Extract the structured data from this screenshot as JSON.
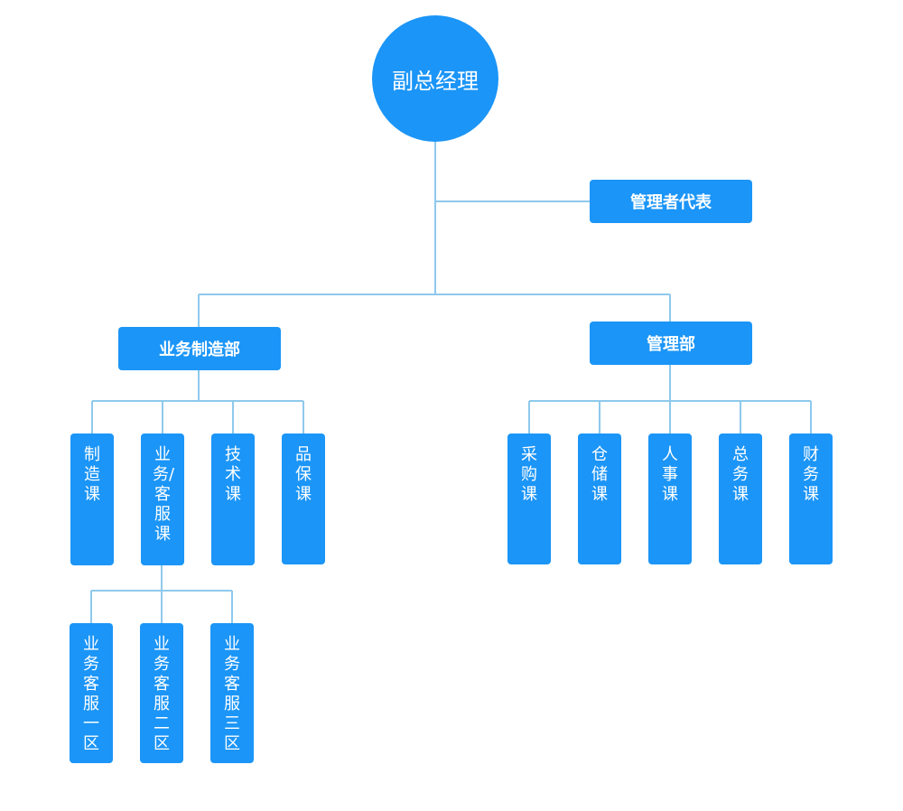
{
  "theme": {
    "node_color": "#1b95f7",
    "line_color": "#8ec9ec",
    "text_color": "#ffffff"
  },
  "root": {
    "label": "副总经理"
  },
  "representative": {
    "label": "管理者代表"
  },
  "business_dept": {
    "label": "业务制造部",
    "sections": [
      {
        "label": "制造课"
      },
      {
        "label": "业务/客服课"
      },
      {
        "label": "技术课"
      },
      {
        "label": "品保课"
      }
    ],
    "service_zones": [
      {
        "label": "业务客服一区"
      },
      {
        "label": "业务客服二区"
      },
      {
        "label": "业务客服三区"
      }
    ]
  },
  "management_dept": {
    "label": "管理部",
    "sections": [
      {
        "label": "采购课"
      },
      {
        "label": "仓储课"
      },
      {
        "label": "人事课"
      },
      {
        "label": "总务课"
      },
      {
        "label": "财务课"
      }
    ]
  }
}
